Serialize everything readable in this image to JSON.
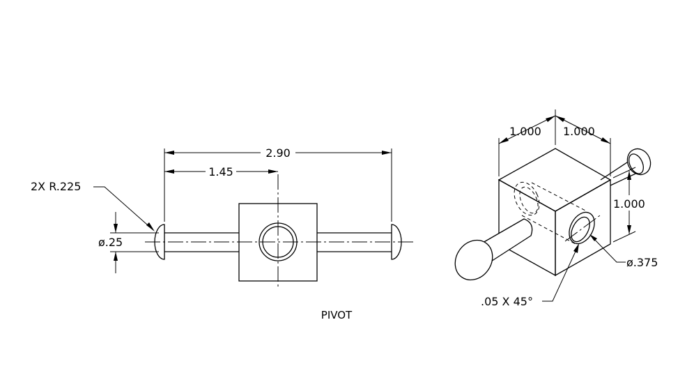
{
  "front_view": {
    "overall_length": "2.90",
    "half_length": "1.45",
    "head_radius": "2X R.225",
    "shaft_diameter": "ø.25"
  },
  "iso_view": {
    "width_left": "1.000",
    "width_right": "1.000",
    "height": "1.000",
    "hole_diameter": "ø.375",
    "chamfer": ".05 X 45°"
  },
  "title": "PIVOT"
}
